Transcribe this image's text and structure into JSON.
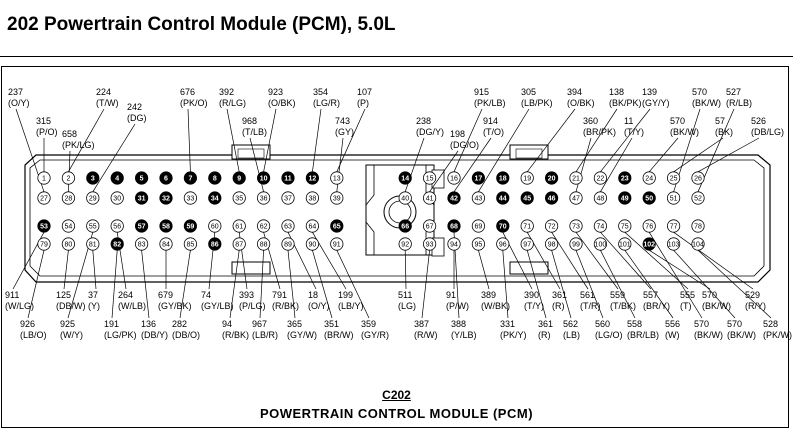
{
  "title": "202  Powertrain Control Module (PCM), 5.0L",
  "caption": {
    "code": "C202",
    "name": "POWERTRAIN  CONTROL  MODULE  (PCM)"
  },
  "pins": {
    "row1": [
      {
        "n": "1",
        "f": 0
      },
      {
        "n": "2",
        "f": 0
      },
      {
        "n": "3",
        "f": 1
      },
      {
        "n": "4",
        "f": 1
      },
      {
        "n": "5",
        "f": 1
      },
      {
        "n": "6",
        "f": 1
      },
      {
        "n": "7",
        "f": 1
      },
      {
        "n": "8",
        "f": 1
      },
      {
        "n": "9",
        "f": 1
      },
      {
        "n": "10",
        "f": 1
      },
      {
        "n": "11",
        "f": 1
      },
      {
        "n": "12",
        "f": 1
      },
      {
        "n": "13",
        "f": 0
      },
      {
        "n": "14",
        "f": 1
      },
      {
        "n": "15",
        "f": 0
      },
      {
        "n": "16",
        "f": 0
      },
      {
        "n": "17",
        "f": 1
      },
      {
        "n": "18",
        "f": 1
      },
      {
        "n": "19",
        "f": 0
      },
      {
        "n": "20",
        "f": 1
      },
      {
        "n": "21",
        "f": 0
      },
      {
        "n": "22",
        "f": 0
      },
      {
        "n": "23",
        "f": 1
      },
      {
        "n": "24",
        "f": 0
      },
      {
        "n": "25",
        "f": 0
      },
      {
        "n": "26",
        "f": 0
      }
    ],
    "row2": [
      {
        "n": "27",
        "f": 0
      },
      {
        "n": "28",
        "f": 0
      },
      {
        "n": "29",
        "f": 0
      },
      {
        "n": "30",
        "f": 0
      },
      {
        "n": "31",
        "f": 1
      },
      {
        "n": "32",
        "f": 1
      },
      {
        "n": "33",
        "f": 0
      },
      {
        "n": "34",
        "f": 1
      },
      {
        "n": "35",
        "f": 0
      },
      {
        "n": "36",
        "f": 0
      },
      {
        "n": "37",
        "f": 0
      },
      {
        "n": "38",
        "f": 0
      },
      {
        "n": "39",
        "f": 0
      },
      {
        "n": "40",
        "f": 0
      },
      {
        "n": "41",
        "f": 0
      },
      {
        "n": "42",
        "f": 1
      },
      {
        "n": "43",
        "f": 0
      },
      {
        "n": "44",
        "f": 1
      },
      {
        "n": "45",
        "f": 1
      },
      {
        "n": "46",
        "f": 1
      },
      {
        "n": "47",
        "f": 0
      },
      {
        "n": "48",
        "f": 0
      },
      {
        "n": "49",
        "f": 1
      },
      {
        "n": "50",
        "f": 1
      },
      {
        "n": "51",
        "f": 0
      },
      {
        "n": "52",
        "f": 0
      }
    ],
    "row3": [
      {
        "n": "53",
        "f": 1
      },
      {
        "n": "54",
        "f": 0
      },
      {
        "n": "55",
        "f": 0
      },
      {
        "n": "56",
        "f": 0
      },
      {
        "n": "57",
        "f": 1
      },
      {
        "n": "58",
        "f": 1
      },
      {
        "n": "59",
        "f": 1
      },
      {
        "n": "60",
        "f": 0
      },
      {
        "n": "61",
        "f": 0
      },
      {
        "n": "62",
        "f": 0
      },
      {
        "n": "63",
        "f": 0
      },
      {
        "n": "64",
        "f": 0
      },
      {
        "n": "65",
        "f": 1
      },
      {
        "n": "66",
        "f": 1
      },
      {
        "n": "67",
        "f": 0
      },
      {
        "n": "68",
        "f": 1
      },
      {
        "n": "69",
        "f": 0
      },
      {
        "n": "70",
        "f": 1
      },
      {
        "n": "71",
        "f": 0
      },
      {
        "n": "72",
        "f": 0
      },
      {
        "n": "73",
        "f": 0
      },
      {
        "n": "74",
        "f": 0
      },
      {
        "n": "75",
        "f": 0
      },
      {
        "n": "76",
        "f": 0
      },
      {
        "n": "77",
        "f": 0
      },
      {
        "n": "78",
        "f": 0
      }
    ],
    "row4": [
      {
        "n": "79",
        "f": 0
      },
      {
        "n": "80",
        "f": 0
      },
      {
        "n": "81",
        "f": 0
      },
      {
        "n": "82",
        "f": 1
      },
      {
        "n": "83",
        "f": 0
      },
      {
        "n": "84",
        "f": 0
      },
      {
        "n": "85",
        "f": 0
      },
      {
        "n": "86",
        "f": 1
      },
      {
        "n": "87",
        "f": 0
      },
      {
        "n": "88",
        "f": 0
      },
      {
        "n": "89",
        "f": 0
      },
      {
        "n": "90",
        "f": 0
      },
      {
        "n": "91",
        "f": 0
      },
      {
        "n": "92",
        "f": 0
      },
      {
        "n": "93",
        "f": 0
      },
      {
        "n": "94",
        "f": 0
      },
      {
        "n": "95",
        "f": 0
      },
      {
        "n": "96",
        "f": 0
      },
      {
        "n": "97",
        "f": 0
      },
      {
        "n": "98",
        "f": 0
      },
      {
        "n": "99",
        "f": 0
      },
      {
        "n": "100",
        "f": 0
      },
      {
        "n": "101",
        "f": 0
      },
      {
        "n": "102",
        "f": 1
      },
      {
        "n": "103",
        "f": 0
      },
      {
        "n": "104",
        "f": 0
      }
    ]
  },
  "top_labels": [
    {
      "c": "237",
      "w": "(O/Y)",
      "p": "27"
    },
    {
      "c": "315",
      "w": "(P/O)",
      "p": "1"
    },
    {
      "c": "658",
      "w": "(PK/LG)",
      "p": "28"
    },
    {
      "c": "224",
      "w": "(T/W)",
      "p": "2"
    },
    {
      "c": "242",
      "w": "(DG)",
      "p": "29"
    },
    {
      "c": "676",
      "w": "(PK/O)",
      "p": "7"
    },
    {
      "c": "392",
      "w": "(R/LG)",
      "p": "9"
    },
    {
      "c": "968",
      "w": "(T/LB)",
      "p": "36"
    },
    {
      "c": "923",
      "w": "(O/BK)",
      "p": "10"
    },
    {
      "c": "354",
      "w": "(LG/R)",
      "p": "12"
    },
    {
      "c": "743",
      "w": "(GY)",
      "p": "39"
    },
    {
      "c": "107",
      "w": "(P)",
      "p": "13"
    },
    {
      "c": "238",
      "w": "(DG/Y)",
      "p": "40"
    },
    {
      "c": "198",
      "w": "(DG/O)",
      "p": "41"
    },
    {
      "c": "914",
      "w": "(T/O)",
      "p": "42"
    },
    {
      "c": "915",
      "w": "(PK/LB)",
      "p": "16"
    },
    {
      "c": "305",
      "w": "(LB/PK)",
      "p": "43"
    },
    {
      "c": "394",
      "w": "(O/BK)",
      "p": "19"
    },
    {
      "c": "360",
      "w": "(BR/PK)",
      "p": "47"
    },
    {
      "c": "138",
      "w": "(BK/PK)",
      "p": "21"
    },
    {
      "c": "11",
      "w": "(T/Y)",
      "p": "48"
    },
    {
      "c": "139",
      "w": "(GY/Y)",
      "p": "22"
    },
    {
      "c": "570",
      "w": "(BK/W)",
      "p": "24"
    },
    {
      "c": "570",
      "w": "(BK/W)",
      "p": "51"
    },
    {
      "c": "57",
      "w": "(BK)",
      "p": "25"
    },
    {
      "c": "527",
      "w": "(R/LB)",
      "p": "52"
    },
    {
      "c": "526",
      "w": "(DB/LG)",
      "p": "26"
    }
  ],
  "bottom_labels": [
    {
      "c": "911",
      "w": "(W/LG)",
      "p": "53"
    },
    {
      "c": "926",
      "w": "(LB/O)",
      "p": "79"
    },
    {
      "c": "125",
      "w": "(DB/W)",
      "p": "80"
    },
    {
      "c": "925",
      "w": "(W/Y)",
      "p": "55"
    },
    {
      "c": "37",
      "w": "(Y)",
      "p": "81"
    },
    {
      "c": "191",
      "w": "(LG/PK)",
      "p": "82"
    },
    {
      "c": "264",
      "w": "(W/LB)",
      "p": "56"
    },
    {
      "c": "136",
      "w": "(DB/Y)",
      "p": "83"
    },
    {
      "c": "679",
      "w": "(GY/BK)",
      "p": "84"
    },
    {
      "c": "282",
      "w": "(DB/O)",
      "p": "85"
    },
    {
      "c": "74",
      "w": "(GY/LB)",
      "p": "60"
    },
    {
      "c": "94",
      "w": "(R/BK)",
      "p": "87"
    },
    {
      "c": "393",
      "w": "(P/LG)",
      "p": "61"
    },
    {
      "c": "967",
      "w": "(LB/R)",
      "p": "88"
    },
    {
      "c": "791",
      "w": "(R/BK)",
      "p": "62"
    },
    {
      "c": "365",
      "w": "(GY/W)",
      "p": "89"
    },
    {
      "c": "18",
      "w": "(O/Y)",
      "p": "63"
    },
    {
      "c": "351",
      "w": "(BR/W)",
      "p": "90"
    },
    {
      "c": "199",
      "w": "(LB/Y)",
      "p": "64"
    },
    {
      "c": "359",
      "w": "(GY/R)",
      "p": "91"
    },
    {
      "c": "511",
      "w": "(LG)",
      "p": "92"
    },
    {
      "c": "387",
      "w": "(R/W)",
      "p": "93"
    },
    {
      "c": "91",
      "w": "(P/W)",
      "p": "94"
    },
    {
      "c": "388",
      "w": "(Y/LB)",
      "p": "68"
    },
    {
      "c": "389",
      "w": "(W/BK)",
      "p": "95"
    },
    {
      "c": "331",
      "w": "(PK/Y)",
      "p": "96"
    },
    {
      "c": "390",
      "w": "(T/Y)",
      "p": "70"
    },
    {
      "c": "361",
      "w": "(R)",
      "p": "97"
    },
    {
      "c": "361",
      "w": "(R)",
      "p": "71"
    },
    {
      "c": "562",
      "w": "(LB)",
      "p": "98"
    },
    {
      "c": "561",
      "w": "(T/R)",
      "p": "72"
    },
    {
      "c": "560",
      "w": "(LG/O)",
      "p": "99"
    },
    {
      "c": "559",
      "w": "(T/BK)",
      "p": "73"
    },
    {
      "c": "558",
      "w": "(BR/LB)",
      "p": "100"
    },
    {
      "c": "557",
      "w": "(BR/Y)",
      "p": "74"
    },
    {
      "c": "556",
      "w": "(W)",
      "p": "101"
    },
    {
      "c": "555",
      "w": "(T)",
      "p": "75"
    },
    {
      "c": "570",
      "w": "(BK/W)",
      "p": "102"
    },
    {
      "c": "570",
      "w": "(BK/W)",
      "p": "76"
    },
    {
      "c": "570",
      "w": "(BK/W)",
      "p": "103"
    },
    {
      "c": "529",
      "w": "(R/Y)",
      "p": "77"
    },
    {
      "c": "528",
      "w": "(PK/W)",
      "p": "104"
    }
  ]
}
